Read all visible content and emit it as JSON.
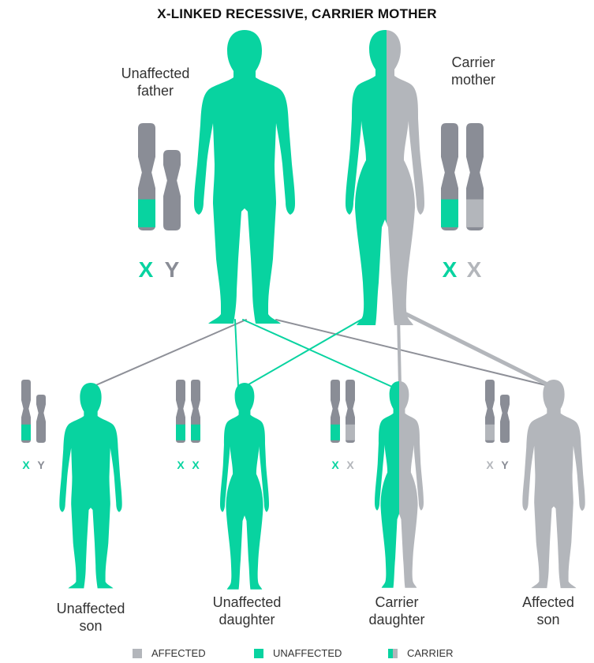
{
  "title": "X-LINKED RECESSIVE, CARRIER MOTHER",
  "colors": {
    "unaffected": "#08d3a0",
    "affected": "#b3b6bb",
    "chromosome": "#8a8d96",
    "line": "#8e9098"
  },
  "parents": {
    "father": {
      "label_line1": "Unaffected",
      "label_line2": "father",
      "chr1": "X",
      "chr2": "Y"
    },
    "mother": {
      "label_line1": "Carrier",
      "label_line2": "mother",
      "chr1": "X",
      "chr2": "X"
    }
  },
  "children": [
    {
      "label_line1": "Unaffected",
      "label_line2": "son",
      "chr1": "X",
      "chr2": "Y"
    },
    {
      "label_line1": "Unaffected",
      "label_line2": "daughter",
      "chr1": "X",
      "chr2": "X"
    },
    {
      "label_line1": "Carrier",
      "label_line2": "daughter",
      "chr1": "X",
      "chr2": "X"
    },
    {
      "label_line1": "Affected",
      "label_line2": "son",
      "chr1": "X",
      "chr2": "Y"
    }
  ],
  "legend": {
    "affected": "AFFECTED",
    "unaffected": "UNAFFECTED",
    "carrier": "CARRIER"
  }
}
